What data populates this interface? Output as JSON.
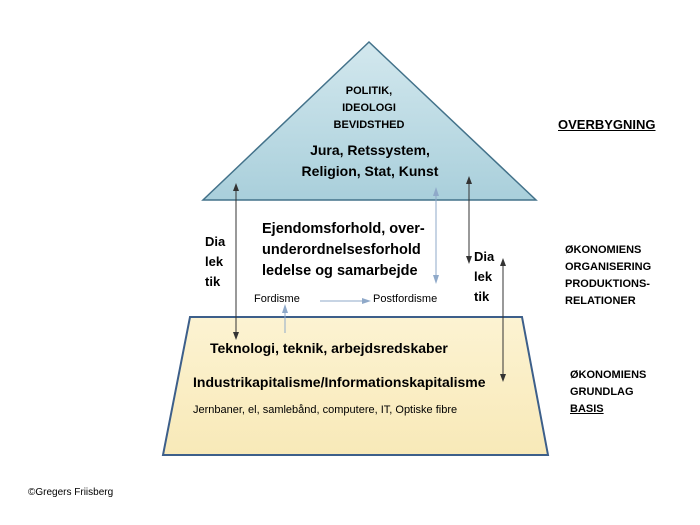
{
  "triangle": {
    "lines_small": [
      "POLITIK,",
      "IDEOLOGI",
      "BEVIDSTHED"
    ],
    "lines_large": [
      "Jura, Retssystem,",
      "Religion, Stat, Kunst"
    ]
  },
  "middle": {
    "lines": [
      "Ejendomsforhold, over-",
      "underordnelsesforhold",
      "ledelse og samarbejde"
    ],
    "fordisme": "Fordisme",
    "postfordisme": "Postfordisme"
  },
  "dialektik_left": [
    "Dia",
    "lek",
    "tik"
  ],
  "dialektik_right": [
    "Dia",
    "lek",
    "tik"
  ],
  "base": {
    "line1": "Teknologi,  teknik, arbejdsredskaber",
    "line2": "Industrikapitalisme/Informationskapitalisme",
    "line3": "Jernbaner, el, samlebånd, computere, IT, Optiske fibre"
  },
  "right_labels": {
    "overbygning": "OVERBYGNING",
    "relations": [
      "ØKONOMIENS",
      "ORGANISERING",
      "PRODUKTIONS-",
      "RELATIONER"
    ],
    "grundlag": [
      "ØKONOMIENS",
      "GRUNDLAG"
    ],
    "basis": "BASIS"
  },
  "copyright": "©Gregers Friisberg",
  "colors": {
    "triangle_fill": "#b4d5df",
    "triangle_stroke": "#43728a",
    "base_fill": "#fbefc6",
    "base_stroke": "#3d5f8a",
    "arrow_dark": "#333333",
    "arrow_light": "#8fa9c9"
  }
}
